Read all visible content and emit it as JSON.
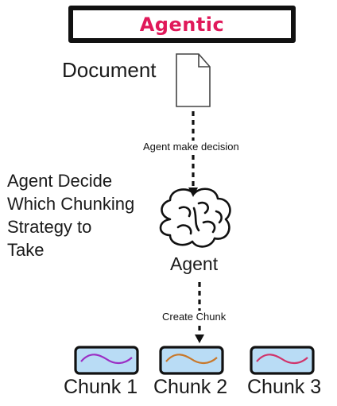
{
  "title": "Agentic",
  "document_label": "Document",
  "side_text": "Agent Decide\nWhich Chunking\nStrategy to\nTake",
  "agent_label": "Agent",
  "edges": {
    "decision_label": "Agent make decision",
    "create_label": "Create Chunk"
  },
  "chunks": [
    {
      "label": "Chunk 1",
      "line_color": "#9b2fc4"
    },
    {
      "label": "Chunk 2",
      "line_color": "#c8782a"
    },
    {
      "label": "Chunk 3",
      "line_color": "#d0346b"
    }
  ],
  "colors": {
    "title": "#e0195a",
    "chunk_fill": "#b9dcf5",
    "stroke": "#111111"
  }
}
